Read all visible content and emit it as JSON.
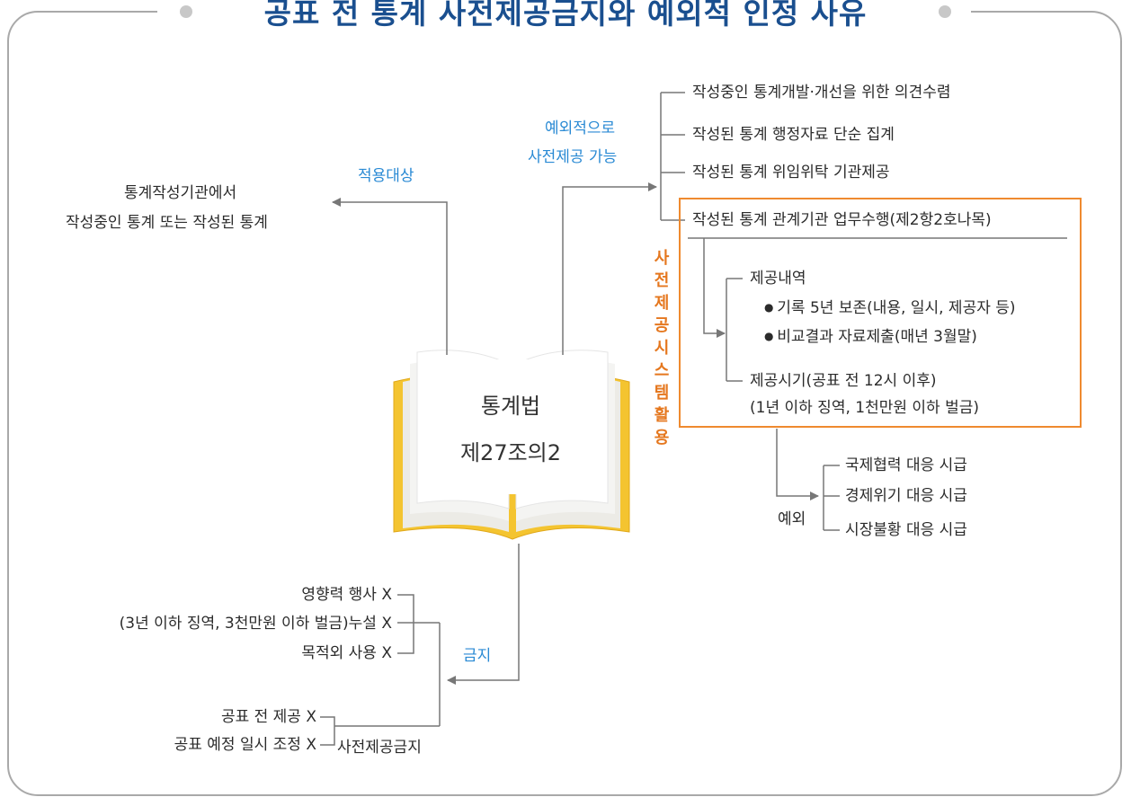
{
  "title": "공표 전 통계 사전제공금지와 예외적 인정 사유",
  "center": {
    "line1": "통계법",
    "line2": "제27조의2"
  },
  "scope": {
    "label": "적용대상",
    "line1": "통계작성기관에서",
    "line2": "작성중인 통계 또는 작성된 통계"
  },
  "exception": {
    "label_line1": "예외적으로",
    "label_line2": "사전제공 가능",
    "items": [
      "작성중인 통계개발·개선을 위한 의견수렴",
      "작성된 통계 행정자료 단순 집계",
      "작성된 통계 위임위탁 기관제공",
      "작성된 통계 관계기관 업무수행(제2항2호나목)"
    ]
  },
  "system": {
    "vertical_label": "사전제공시스템활용",
    "provision_history": "제공내역",
    "bullets": [
      "기록 5년 보존(내용, 일시, 제공자 등)",
      "비교결과 자료제출(매년 3월말)"
    ],
    "provision_time": "제공시기(공표 전 12시 이후)",
    "penalty": "(1년 이하 징역, 1천만원 이하 벌금)"
  },
  "special": {
    "label": "예외",
    "items": [
      "국제협력 대응 시급",
      "경제위기 대응 시급",
      "시장불황 대응 시급"
    ]
  },
  "prohibition": {
    "label": "금지",
    "group1": [
      "영향력 행사 X",
      "(3년 이하 징역, 3천만원 이하 벌금)누설 X",
      "목적외 사용 X"
    ],
    "group2": [
      "공표 전 제공 X",
      "공표 예정 일시 조정 X"
    ],
    "group2_label": "사전제공금지"
  },
  "colors": {
    "title": "#1a4f8f",
    "label_blue": "#2a8ad4",
    "orange": "#e5771e",
    "book_yellow": "#f4c430",
    "line": "#666666"
  }
}
